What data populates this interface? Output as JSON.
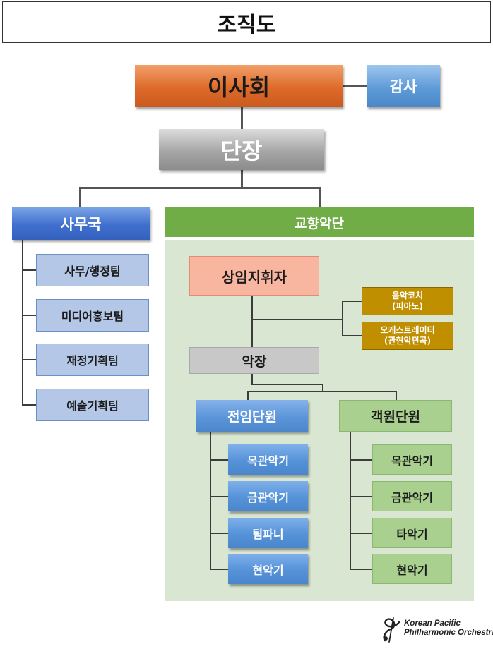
{
  "title": "조직도",
  "top": {
    "board": "이사회",
    "audit": "감사",
    "director": "단장"
  },
  "office": {
    "label": "사무국",
    "teams": [
      "사무/행정팀",
      "미디어홍보팀",
      "재정기획팀",
      "예술기획팀"
    ]
  },
  "orchestra": {
    "label": "교향악단",
    "conductor": "상임지휘자",
    "advisors": [
      {
        "line1": "음악코치",
        "line2": "(피아노)"
      },
      {
        "line1": "오케스트레이터",
        "line2": "(관현악편곡)"
      }
    ],
    "concertmaster": "악장",
    "fulltime": {
      "label": "전임단원",
      "sections": [
        "목관악기",
        "금관악기",
        "팀파니",
        "현악기"
      ]
    },
    "guest": {
      "label": "객원단원",
      "sections": [
        "목관악기",
        "금관악기",
        "타악기",
        "현악기"
      ]
    }
  },
  "logo": {
    "line1": "Korean Pacific",
    "line2": "Philharmonic Orchestra"
  },
  "colors": {
    "board": "#de6a2a",
    "audit": "#5e9bd8",
    "director": "#a6a6a6",
    "office": "#3f6fce",
    "team": "#b4c7e7",
    "orchestra": "#70ad47",
    "orchestra_panel": "#d9e6d2",
    "conductor": "#f8b6a0",
    "advisor": "#bf8f00",
    "concertmaster": "#c8c8c8",
    "fulltime": "#5b95d9",
    "guest": "#a9d08e"
  }
}
